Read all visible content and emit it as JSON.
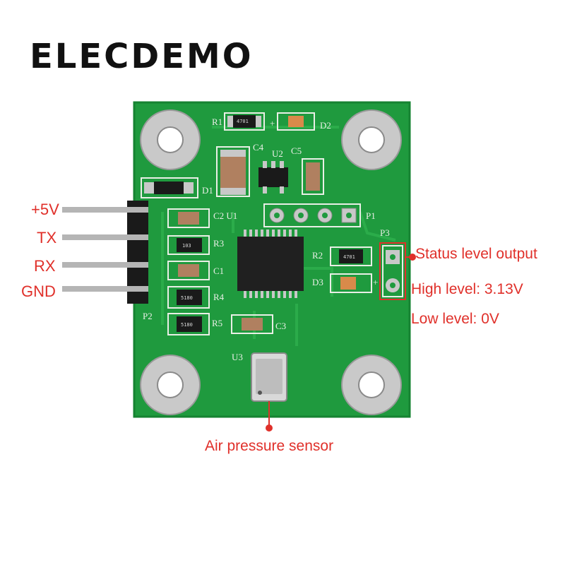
{
  "brand": "ELECDEMO",
  "pins": [
    "+5V",
    "TX",
    "RX",
    "GND"
  ],
  "callouts": {
    "status": "Status level output",
    "high": "High level: 3.13V",
    "low": "Low level: 0V",
    "sensor": "Air pressure sensor"
  },
  "silkscreen": {
    "r1": "R1",
    "d2": "D2",
    "c4": "C4",
    "u2": "U2",
    "c5": "C5",
    "d1": "D1",
    "c2u1": "C2 U1",
    "p1": "P1",
    "p3": "P3",
    "r3": "R3",
    "c1": "C1",
    "r2": "R2",
    "d3": "D3",
    "r4": "R4",
    "r5": "R5",
    "c3": "C3",
    "p2": "P2",
    "u3": "U3",
    "plus1": "+",
    "plus2": "+"
  },
  "resistor_marks": [
    "4701",
    "103",
    "5180",
    "5180",
    "4701"
  ],
  "colors": {
    "board": "#1f9a3e",
    "callout": "#e0302a",
    "brand": "#111111"
  }
}
